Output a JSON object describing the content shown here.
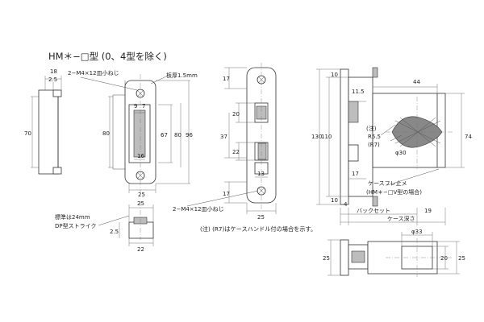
{
  "title": "HM＊−□型 (0、4型を除く)",
  "strike": {
    "dims": {
      "top_width": "18",
      "top_thickness": "2.5",
      "height_outer": "70",
      "plate_height": "80",
      "plate_overall": "96",
      "opening_height": "67",
      "inner_height": "80",
      "slot_width_a": "9",
      "slot_width_b": "7",
      "slot_bottom_width": "16",
      "face_width": "25",
      "plate_thickness_label": "板厚1.5mm",
      "bottom_left_width": "25",
      "bottom_left_depth": "22"
    },
    "screw_label_top": "2−M4×12皿小ねじ",
    "note_line1": "標準は24mm",
    "note_line2": "DP型ストライク"
  },
  "faceplate": {
    "dims": {
      "top_gap": "17",
      "bolt_height": "20",
      "gap_37": "37",
      "latch_height": "22",
      "latch_width": "13",
      "bottom_gap": "17",
      "width": "25"
    },
    "screw_label": "2−M4×12皿小ねじ"
  },
  "body": {
    "dims": {
      "overall_height": "130",
      "inner_height": "110",
      "top_margin": "10",
      "bottom_margin": "10",
      "latch_offset": "11.5",
      "height_74": "74",
      "case_depth_44": "44",
      "dim_17": "17",
      "dim_4": "4",
      "dim_19": "19",
      "diameter_30": "φ30",
      "radius": "R5.5",
      "radius_r7": "(R7)",
      "note_label": "(注)",
      "knob_diameter": "φ33",
      "bottom_height_25": "25",
      "bottom_height_20": "20",
      "bottom_right_25": "25"
    },
    "case_stop_label": "ケースフレ止メ",
    "case_stop_note": "(HM＊−□V型の場合)",
    "backset_label": "バックセット",
    "case_depth_label": "ケース深さ"
  },
  "footnote": "(注) (R7)はケースハンドル付の場合を示す。"
}
